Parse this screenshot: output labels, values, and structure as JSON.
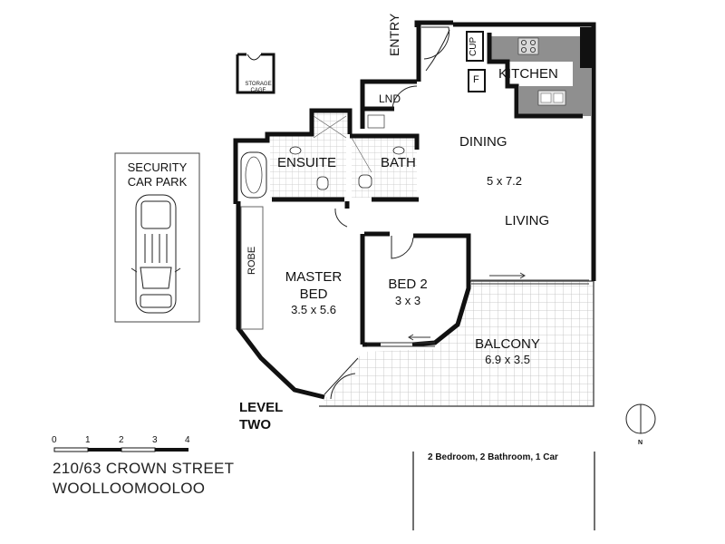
{
  "plan": {
    "entry": "ENTRY",
    "cup": "CUP",
    "f": "F",
    "kitchen": "KITCHEN",
    "lnd": "LND",
    "dining": "DINING",
    "dining_dims": "5 x 7.2",
    "living": "LIVING",
    "ensuite": "ENSUITE",
    "bath": "BATH",
    "robe": "ROBE",
    "master_bed": "MASTER",
    "master_bed_2": "BED",
    "master_dims": "3.5 x 5.6",
    "bed2": "BED 2",
    "bed2_dims": "3 x 3",
    "balcony": "BALCONY",
    "balcony_dims": "6.9 x 3.5",
    "storage_1": "STORAGE",
    "storage_2": "CAGE",
    "carpark_1": "SECURITY",
    "carpark_2": "CAR PARK",
    "level_1": "LEVEL",
    "level_2": "TWO",
    "compass_n": "N"
  },
  "scale": {
    "ticks": [
      "0",
      "1",
      "2",
      "3",
      "4"
    ]
  },
  "address": {
    "line1": "210/63 CROWN STREET",
    "line2": "WOOLLOOMOOLOO"
  },
  "info": {
    "summary": "2 Bedroom, 2 Bathroom, 1 Car"
  }
}
